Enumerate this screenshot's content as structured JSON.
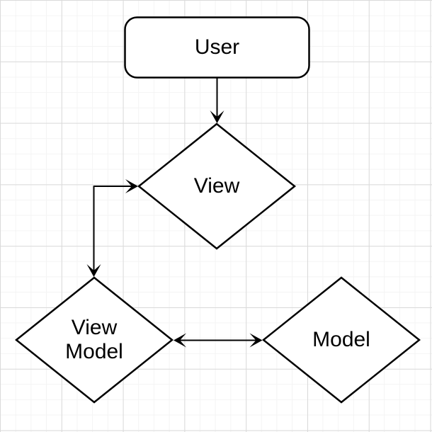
{
  "diagram": {
    "type": "flowchart",
    "pattern": "MVVM",
    "canvas": {
      "background_color": "#ffffff",
      "grid_minor_color": "#f4f4f4",
      "grid_major_color": "#dadada"
    },
    "style": {
      "stroke_color": "#000000",
      "node_fill_color": "#ffffff",
      "text_color": "#000000"
    },
    "nodes": {
      "user": {
        "label": "User",
        "shape": "rounded-rectangle"
      },
      "view": {
        "label": "View",
        "shape": "diamond"
      },
      "view_model": {
        "label": "View Model",
        "shape": "diamond"
      },
      "model": {
        "label": "Model",
        "shape": "diamond"
      }
    },
    "edges": [
      {
        "from": "User",
        "to": "View",
        "type": "directed",
        "routing": "straight"
      },
      {
        "from": "View",
        "to": "View Model",
        "type": "bidirectional",
        "routing": "orthogonal-elbow"
      },
      {
        "from": "View Model",
        "to": "Model",
        "type": "bidirectional",
        "routing": "straight"
      }
    ]
  }
}
